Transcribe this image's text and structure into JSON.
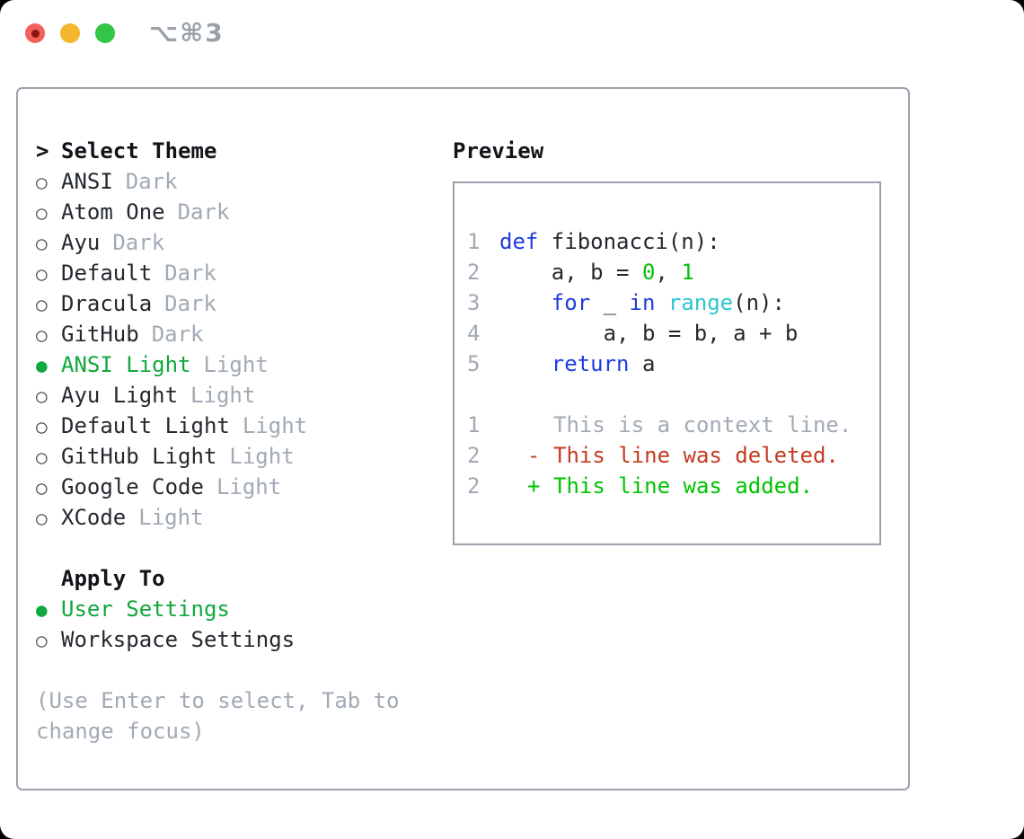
{
  "titlebar": {
    "title": "⌥⌘3",
    "controls": [
      {
        "name": "close",
        "color": "#f4615c"
      },
      {
        "name": "minimize",
        "color": "#f5b72f"
      },
      {
        "name": "zoom",
        "color": "#32c546"
      }
    ]
  },
  "icons": {
    "header_marker": ">",
    "radio_unselected": "○",
    "radio_selected": "●"
  },
  "theme_picker": {
    "header": "Select Theme",
    "items": [
      {
        "name": "ANSI",
        "variant": "Dark",
        "selected": false
      },
      {
        "name": "Atom One",
        "variant": "Dark",
        "selected": false
      },
      {
        "name": "Ayu",
        "variant": "Dark",
        "selected": false
      },
      {
        "name": "Default",
        "variant": "Dark",
        "selected": false
      },
      {
        "name": "Dracula",
        "variant": "Dark",
        "selected": false
      },
      {
        "name": "GitHub",
        "variant": "Dark",
        "selected": false
      },
      {
        "name": "ANSI Light",
        "variant": "Light",
        "selected": true
      },
      {
        "name": "Ayu Light",
        "variant": "Light",
        "selected": false
      },
      {
        "name": "Default Light",
        "variant": "Light",
        "selected": false
      },
      {
        "name": "GitHub Light",
        "variant": "Light",
        "selected": false
      },
      {
        "name": "Google Code",
        "variant": "Light",
        "selected": false
      },
      {
        "name": "XCode",
        "variant": "Light",
        "selected": false
      }
    ]
  },
  "apply_to": {
    "header": "Apply To",
    "options": [
      {
        "label": "User Settings",
        "selected": true
      },
      {
        "label": "Workspace Settings",
        "selected": false
      }
    ]
  },
  "hint": {
    "text": "(Use Enter to select, Tab to change focus)"
  },
  "preview": {
    "label": "Preview",
    "code_lines": [
      {
        "num": "1",
        "tokens": [
          {
            "t": "def",
            "c": "kw"
          },
          {
            "t": " fibonacci(n):",
            "c": "plain"
          }
        ]
      },
      {
        "num": "2",
        "tokens": [
          {
            "t": "    a, b = ",
            "c": "plain"
          },
          {
            "t": "0",
            "c": "num"
          },
          {
            "t": ", ",
            "c": "plain"
          },
          {
            "t": "1",
            "c": "num"
          }
        ]
      },
      {
        "num": "3",
        "tokens": [
          {
            "t": "    ",
            "c": "plain"
          },
          {
            "t": "for",
            "c": "kw"
          },
          {
            "t": " _ ",
            "c": "plain"
          },
          {
            "t": "in",
            "c": "kw"
          },
          {
            "t": " ",
            "c": "plain"
          },
          {
            "t": "range",
            "c": "fn"
          },
          {
            "t": "(n):",
            "c": "plain"
          }
        ]
      },
      {
        "num": "4",
        "tokens": [
          {
            "t": "        a, b = b, a + b",
            "c": "plain"
          }
        ]
      },
      {
        "num": "5",
        "tokens": [
          {
            "t": "    ",
            "c": "plain"
          },
          {
            "t": "return",
            "c": "kw"
          },
          {
            "t": " a",
            "c": "plain"
          }
        ]
      }
    ],
    "diff_lines": [
      {
        "num": "1",
        "marker": " ",
        "text": "This is a context line.",
        "type": "context"
      },
      {
        "num": "2",
        "marker": "-",
        "text": "This line was deleted.",
        "type": "deleted"
      },
      {
        "num": "2",
        "marker": "+",
        "text": "This line was added.",
        "type": "added"
      }
    ]
  },
  "colors": {
    "accent_green": "#0fa83c",
    "code_blue": "#1e3ce0",
    "code_cyan": "#2bc6cf",
    "code_green": "#0abe0a",
    "diff_red": "#c63a22",
    "diff_green": "#00c300",
    "muted_gray": "#a1aab4",
    "border_gray": "#9aa2ac",
    "title_gray": "#9aa1a8"
  }
}
